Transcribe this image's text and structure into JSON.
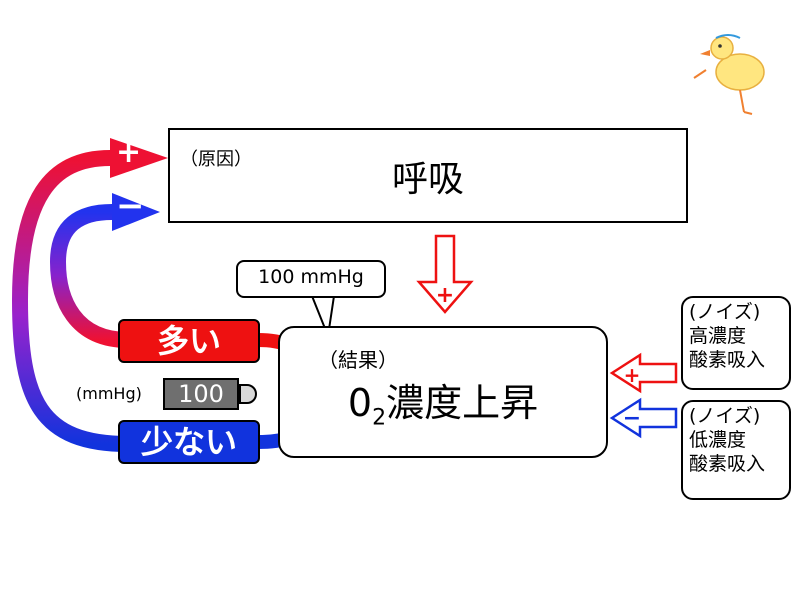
{
  "cause": {
    "tag": "（原因）",
    "title": "呼吸"
  },
  "result": {
    "tag": "（結果）",
    "title_prefix": "0",
    "title_sub": "2",
    "title_main": "濃度上昇"
  },
  "callout": {
    "text": "100 mmHg"
  },
  "levels": {
    "high": "多い",
    "low": "少ない"
  },
  "gauge": {
    "unit": "(mmHg)",
    "value": "100"
  },
  "arrows": {
    "positive": "+",
    "negative": "−"
  },
  "noise": [
    {
      "tag": "(ノイズ)",
      "line1": "高濃度",
      "line2": "酸素吸入"
    },
    {
      "tag": "(ノイズ)",
      "line1": "低濃度",
      "line2": "酸素吸入"
    }
  ],
  "colors": {
    "positive": "#ee1111",
    "negative": "#1133dd",
    "battery": "#6f6f6f"
  }
}
